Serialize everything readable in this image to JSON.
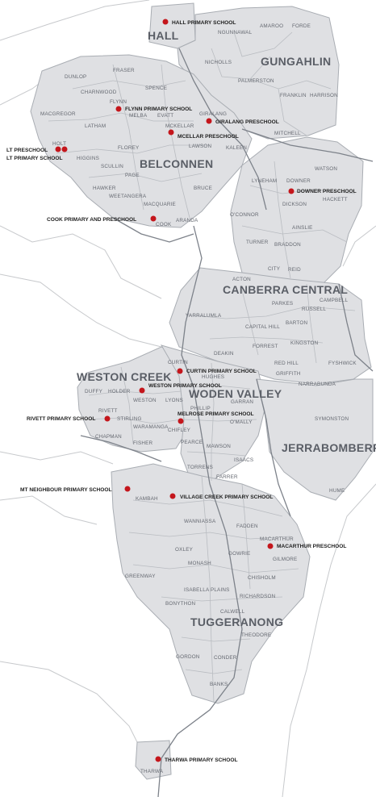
{
  "colors": {
    "district_fill": "#dfe0e3",
    "school_marker": "#c4161c",
    "background": "#ffffff"
  },
  "districts": [
    {
      "name": "HALL"
    },
    {
      "name": "GUNGAHLIN"
    },
    {
      "name": "BELCONNEN"
    },
    {
      "name": "CANBERRA CENTRAL"
    },
    {
      "name": "WESTON CREEK"
    },
    {
      "name": "WODEN VALLEY"
    },
    {
      "name": "JERRABOMBERRA"
    },
    {
      "name": "TUGGERANONG"
    }
  ],
  "suburbs": [
    "NGUNNAWAL",
    "AMAROO",
    "FORDE",
    "NICHOLLS",
    "PALMERSTON",
    "FRANKLIN",
    "HARRISON",
    "MITCHELL",
    "DUNLOP",
    "FRASER",
    "CHARNWOOD",
    "SPENCE",
    "MACGREGOR",
    "FLYNN",
    "MELBA",
    "EVATT",
    "GIRALANG",
    "MCKELLAR",
    "LATHAM",
    "FLOREY",
    "LAWSON",
    "KALEEN",
    "HOLT",
    "HIGGINS",
    "SCULLIN",
    "PAGE",
    "HAWKER",
    "WEETANGERA",
    "MACQUARIE",
    "BRUCE",
    "COOK",
    "ARANDA",
    "LYNEHAM",
    "DOWNER",
    "WATSON",
    "DICKSON",
    "HACKETT",
    "O'CONNOR",
    "AINSLIE",
    "TURNER",
    "BRADDON",
    "ACTON",
    "CITY",
    "REID",
    "CAMPBELL",
    "YARRALUMLA",
    "PARKES",
    "RUSSELL",
    "BARTON",
    "CAPITAL HILL",
    "KINGSTON",
    "DEAKIN",
    "FORREST",
    "RED HILL",
    "GRIFFITH",
    "FYSHWICK",
    "NARRABUNDA",
    "CURTIN",
    "HUGHES",
    "DUFFY",
    "HOLDER",
    "WESTON",
    "LYONS",
    "GARRAN",
    "RIVETT",
    "STIRLING",
    "PHILLIP",
    "CHIFLEY",
    "O'MALLY",
    "SYMONSTON",
    "CHAPMAN",
    "WARAMANGA",
    "FISHER",
    "PEARCE",
    "MAWSON",
    "ISAACS",
    "TORRENS",
    "FARRER",
    "HUME",
    "KAMBAH",
    "WANNIASSA",
    "FADDEN",
    "MACARTHUR",
    "OXLEY",
    "GOWRIE",
    "GILMORE",
    "MONASH",
    "CHISHOLM",
    "GREENWAY",
    "ISABELLA PLAINS",
    "RICHARDSON",
    "BONYTHON",
    "CALWELL",
    "THEODORE",
    "GORDON",
    "CONDER",
    "BANKS",
    "THARWA"
  ],
  "schools": [
    {
      "name": "HALL PRIMARY SCHOOL"
    },
    {
      "name": "FLYNN PRIMARY SCHOOL"
    },
    {
      "name": "GIRALANG PRESCHOOL"
    },
    {
      "name": "MCELLAR PRESCHOOL"
    },
    {
      "name": "LT PRESCHOOL"
    },
    {
      "name": "LT PRIMARY SCHOOL"
    },
    {
      "name": "COOK PRIMARY AND PRESCHOOL"
    },
    {
      "name": "DOWNER PRESCHOOL"
    },
    {
      "name": "CURTIN PRIMARY SCHOOL"
    },
    {
      "name": "WESTON PRIMARY SCHOOL"
    },
    {
      "name": "RIVETT PRIMARY SCHOOL"
    },
    {
      "name": "MELROSE PRIMARY SCHOOL"
    },
    {
      "name": "MT NEIGHBOUR PRIMARY SCHOOL"
    },
    {
      "name": "VILLAGE CREEK PRIMARY SCHOOL"
    },
    {
      "name": "MACARTHUR PRESCHOOL"
    },
    {
      "name": "THARWA PRIMARY SCHOOL"
    }
  ]
}
